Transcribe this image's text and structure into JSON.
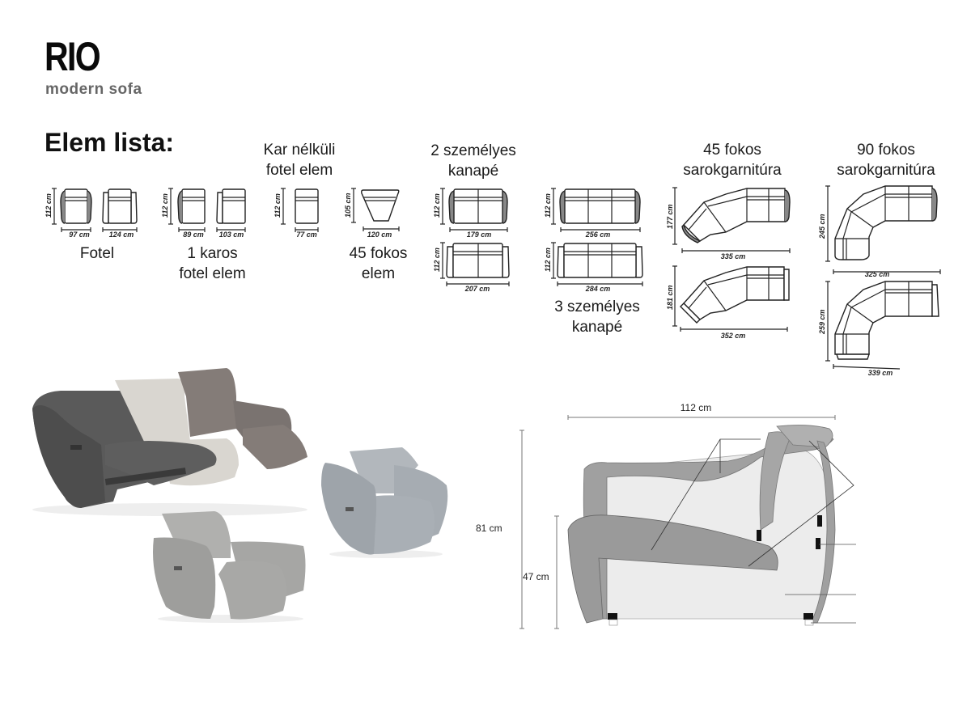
{
  "header": {
    "brand": "RIO",
    "subtitle": "modern sofa",
    "list_title": "Elem lista:"
  },
  "categories": [
    {
      "id": "fotel",
      "label_lines": [
        "Fotel"
      ],
      "items": [
        {
          "height": "112 cm",
          "width": "97 cm"
        },
        {
          "height": "",
          "width": "124 cm"
        }
      ]
    },
    {
      "id": "1-karos",
      "label_lines": [
        "1 karos",
        "fotel elem"
      ],
      "items": [
        {
          "height": "112 cm",
          "width": "89 cm"
        },
        {
          "height": "",
          "width": "103 cm"
        }
      ]
    },
    {
      "id": "kar-nelkuli",
      "label_lines": [
        "Kar nélküli",
        "fotel elem"
      ],
      "items": [
        {
          "height": "112 cm",
          "width": "77 cm"
        }
      ]
    },
    {
      "id": "45-fokos-elem",
      "label_lines": [
        "45 fokos",
        "elem"
      ],
      "items": [
        {
          "height": "105 cm",
          "width": "120 cm"
        }
      ]
    },
    {
      "id": "2-szemelyes",
      "label_lines": [
        "2 személyes",
        "kanapé"
      ],
      "items": [
        {
          "height": "112 cm",
          "width": "179 cm"
        },
        {
          "height": "112 cm",
          "width": "207 cm"
        }
      ]
    },
    {
      "id": "3-szemelyes",
      "label_lines": [
        "3 személyes",
        "kanapé"
      ],
      "items": [
        {
          "height": "112 cm",
          "width": "256 cm"
        },
        {
          "height": "112 cm",
          "width": "284 cm"
        }
      ]
    },
    {
      "id": "45-fokos-sarok",
      "label_lines": [
        "45 fokos",
        "sarokgarnitúra"
      ],
      "items": [
        {
          "height": "177 cm",
          "width": "335 cm"
        },
        {
          "height": "181 cm",
          "width": "352 cm"
        }
      ]
    },
    {
      "id": "90-fokos-sarok",
      "label_lines": [
        "90 fokos",
        "sarokgarnitúra"
      ],
      "items": [
        {
          "height": "245 cm",
          "width": "325 cm"
        },
        {
          "height": "259 cm",
          "width": "339 cm"
        }
      ]
    }
  ],
  "cross_section": {
    "depth": "112 cm",
    "total_height": "81 cm",
    "seat_height": "47 cm"
  },
  "photos": {
    "sofa_colors": [
      "#5a5a5a",
      "#d9d6d0",
      "#847c78"
    ],
    "chair_blue": "#a9afb5",
    "chair_grey": "#a8a8a6"
  }
}
